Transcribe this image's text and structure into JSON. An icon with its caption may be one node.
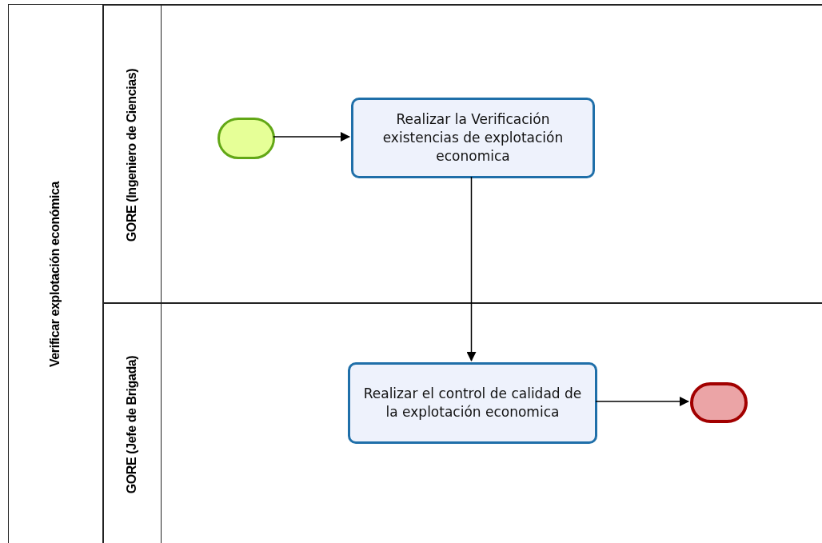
{
  "diagram": {
    "nodes": [
      {
        "text": [
          "Verificar explotación económica"
        ]
      },
      {
        "text": [
          "GORE (Ingeniero de Ciencias)"
        ],
        "in": 0
      },
      {
        "text": [
          "GORE (Jefe de Brigada)"
        ],
        "in": 0
      },
      {
        "text": [],
        "shape": "circle",
        "in": 1
      },
      {
        "text": [
          "Realizar la Verificación existencias de explotación economica"
        ],
        "in": 1
      },
      {
        "text": [
          "Realizar el control de calidad de la explotación economica"
        ],
        "in": 2
      },
      {
        "text": [],
        "shape": "circle",
        "in": 2
      }
    ],
    "edges": [
      {
        "from": 3,
        "to": 4,
        "arrow": "to"
      },
      {
        "from": 4,
        "to": 5,
        "arrow": "to"
      },
      {
        "from": 5,
        "to": 6,
        "arrow": "to"
      }
    ]
  }
}
